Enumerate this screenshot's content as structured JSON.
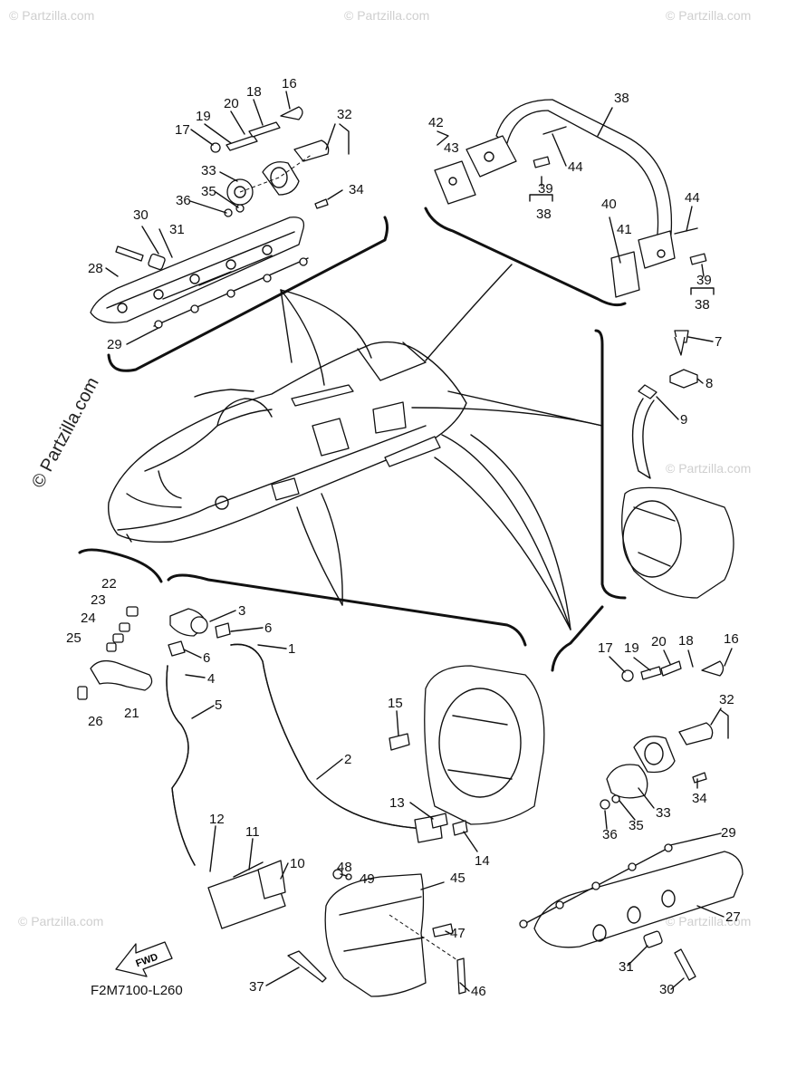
{
  "watermark": {
    "main": "© Partzilla.com",
    "faint": "© Partzilla.com"
  },
  "diagram_code": "F2M7100-L260",
  "direction_label": "FWD",
  "callouts": {
    "c1": "1",
    "c2": "2",
    "c3": "3",
    "c4": "4",
    "c5": "5",
    "c6a": "6",
    "c6b": "6",
    "c7": "7",
    "c8": "8",
    "c9": "9",
    "c10": "10",
    "c11": "11",
    "c12": "12",
    "c13": "13",
    "c14": "14",
    "c15": "15",
    "c16a": "16",
    "c16b": "16",
    "c17a": "17",
    "c17b": "17",
    "c18a": "18",
    "c18b": "18",
    "c19a": "19",
    "c19b": "19",
    "c20a": "20",
    "c20b": "20",
    "c21": "21",
    "c22": "22",
    "c23": "23",
    "c24": "24",
    "c25": "25",
    "c26": "26",
    "c27": "27",
    "c28": "28",
    "c29a": "29",
    "c29b": "29",
    "c30a": "30",
    "c30b": "30",
    "c31a": "31",
    "c31b": "31",
    "c32a": "32",
    "c32b": "32",
    "c33a": "33",
    "c33b": "33",
    "c34a": "34",
    "c34b": "34",
    "c35a": "35",
    "c35b": "35",
    "c36a": "36",
    "c36b": "36",
    "c37": "37",
    "c38a": "38",
    "c38b": "38",
    "c38c": "38",
    "c39a": "39",
    "c39b": "39",
    "c40": "40",
    "c41": "41",
    "c42": "42",
    "c43": "43",
    "c44a": "44",
    "c44b": "44",
    "c45": "45",
    "c46": "46",
    "c47": "47",
    "c48": "48",
    "c49": "49"
  }
}
